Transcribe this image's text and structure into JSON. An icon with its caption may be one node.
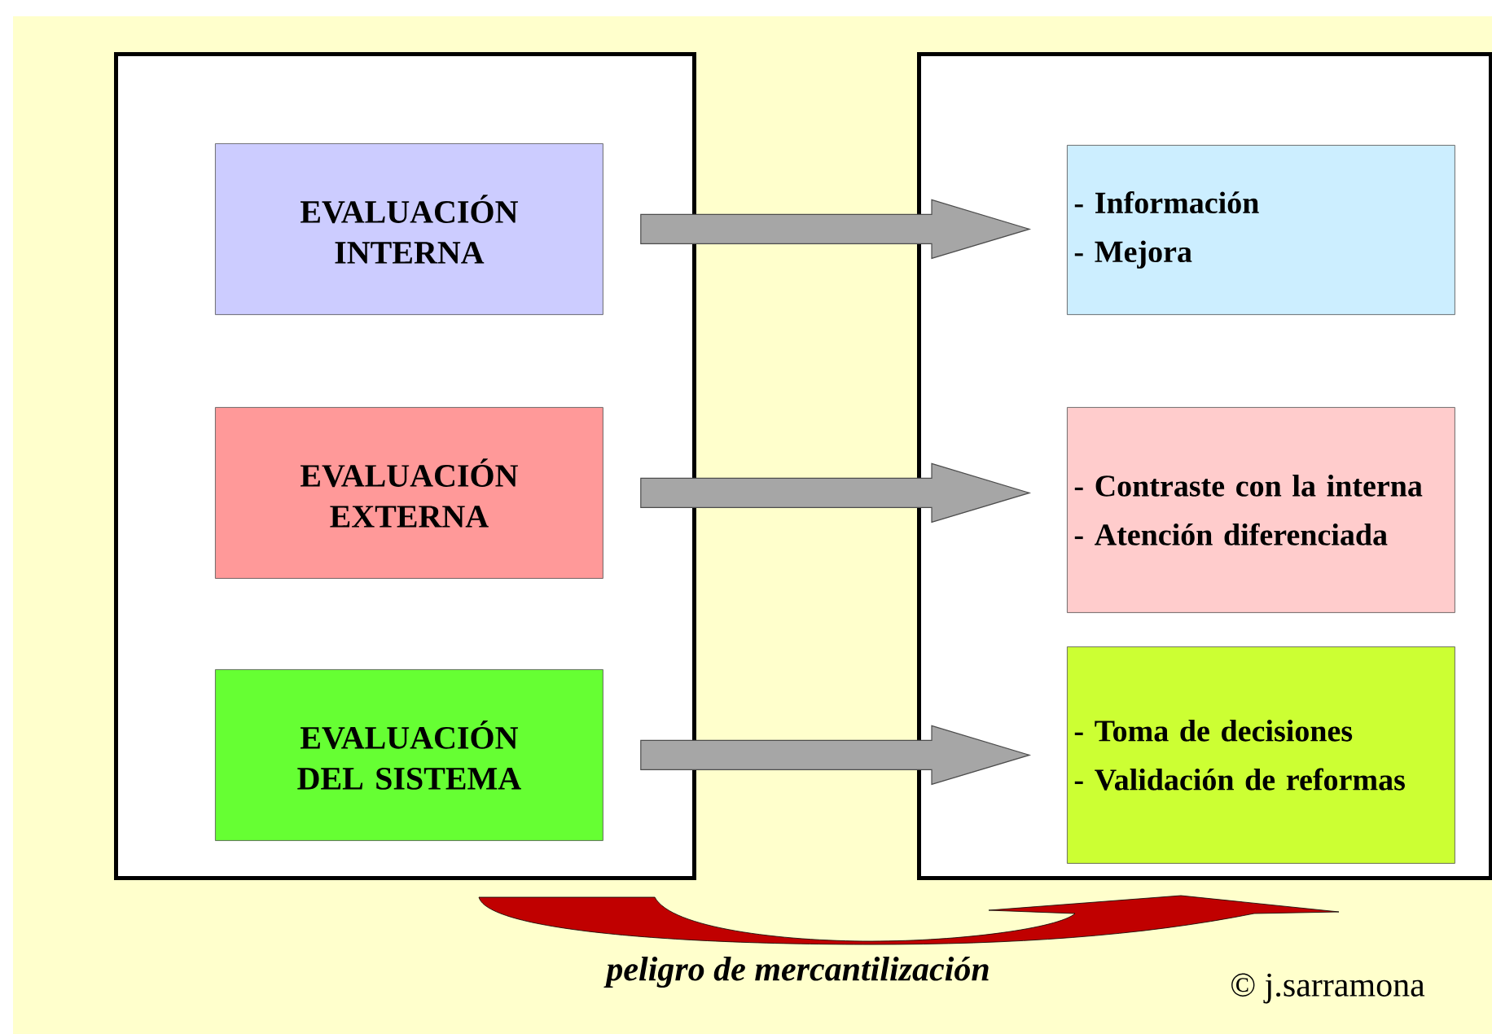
{
  "diagram": {
    "nodes": [
      {
        "text": [],
        "shape": "box"
      },
      {
        "text": [
          "EVALUACIÓN INTERNA"
        ],
        "in": 0
      },
      {
        "text": [
          "EVALUACIÓN EXTERNA"
        ],
        "in": 0
      },
      {
        "text": [
          "EVALUACIÓN DEL SISTEMA"
        ],
        "in": 0
      },
      {
        "text": [],
        "shape": "box"
      },
      {
        "text": [
          "- Información",
          "- Mejora"
        ],
        "in": 4
      },
      {
        "text": [
          "- Contraste con la interna",
          "- Atención diferenciada"
        ],
        "in": 4
      },
      {
        "text": [
          "- Toma de decisiones",
          "- Validación de reformas"
        ],
        "in": 4
      }
    ],
    "edges": [
      {
        "from": 1,
        "to": 5,
        "arrow": "to"
      },
      {
        "from": 2,
        "to": 6,
        "arrow": "to"
      },
      {
        "from": 3,
        "to": 7,
        "arrow": "to"
      }
    ],
    "labels": [
      "peligro de mercantilización",
      "© j.sarramona"
    ]
  }
}
